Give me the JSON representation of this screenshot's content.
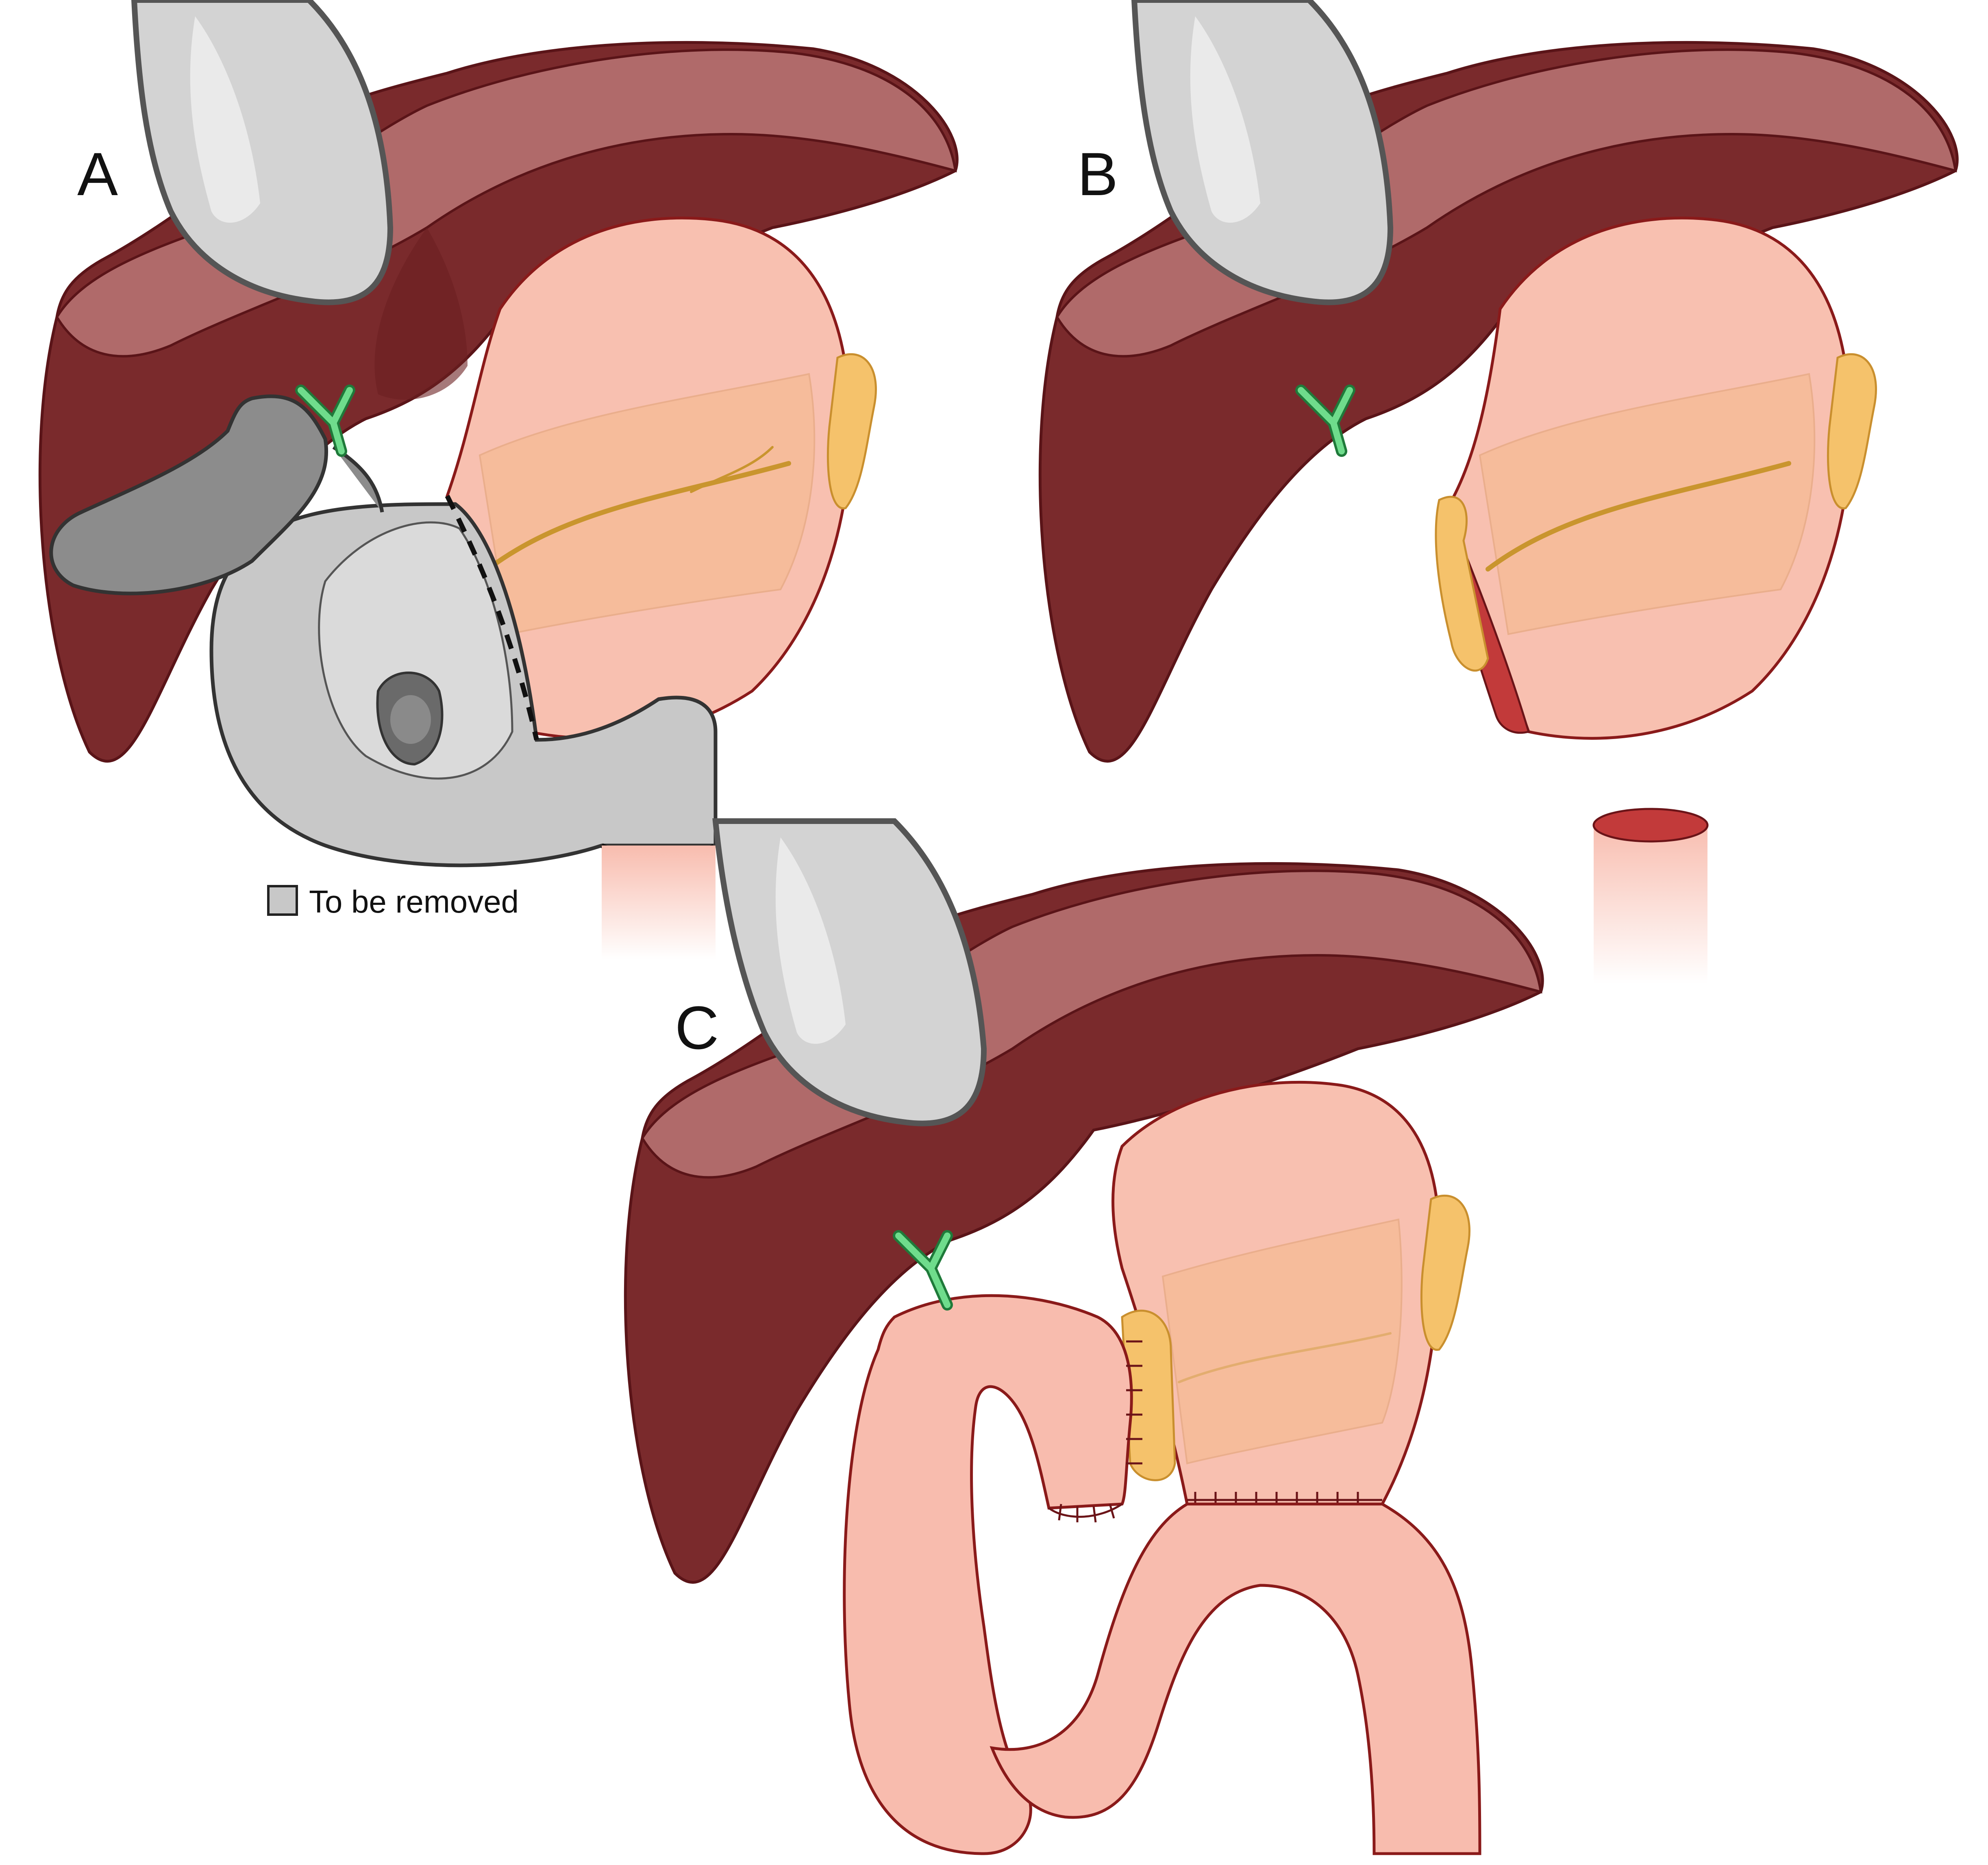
{
  "panels": [
    {
      "letter": "A"
    },
    {
      "letter": "B"
    },
    {
      "letter": "C"
    }
  ],
  "legend": {
    "label": "To be removed",
    "swatch_color": "#c8c8c8"
  },
  "colors": {
    "liver": "#7a2a2c",
    "stomach": "#f8c0b0",
    "bile_duct": "#6fdc8c",
    "pancreas": "#f5c26b",
    "resected_tissue": "#c8c8c8",
    "retractor": "#d3d3d3"
  }
}
